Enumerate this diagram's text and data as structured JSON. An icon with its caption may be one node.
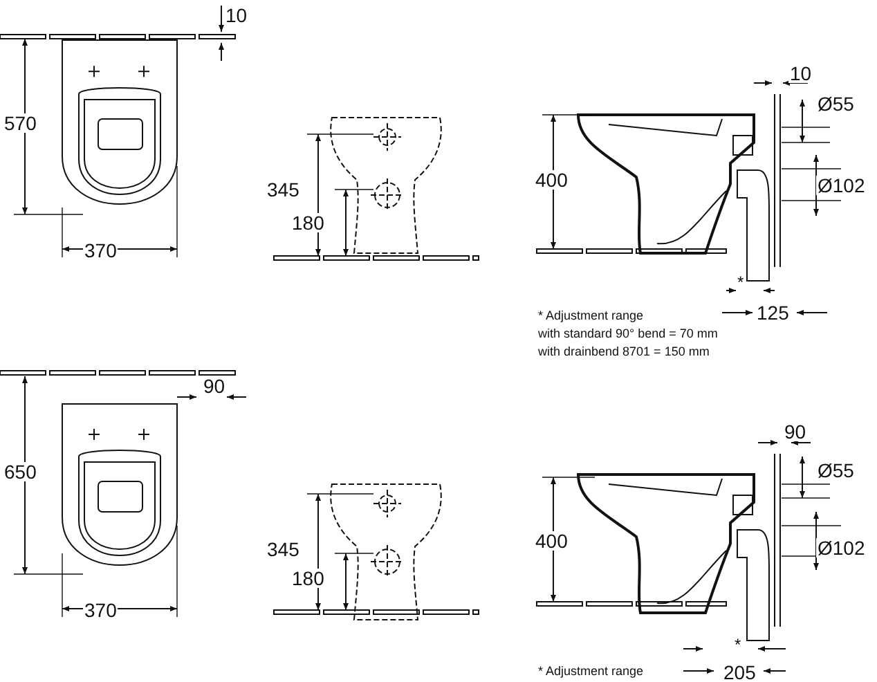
{
  "diagram": {
    "labels": [
      "10",
      "570",
      "370",
      "345",
      "180",
      "10",
      "Ø55",
      "400",
      "Ø102",
      "*",
      "125",
      "* Adjustment range",
      "with standard 90° bend = 70 mm",
      "with drainbend 8701 = 150 mm",
      "90",
      "650",
      "370",
      "345",
      "180",
      "90",
      "Ø55",
      "400",
      "Ø102",
      "*",
      "205",
      "* Adjustment range"
    ]
  }
}
